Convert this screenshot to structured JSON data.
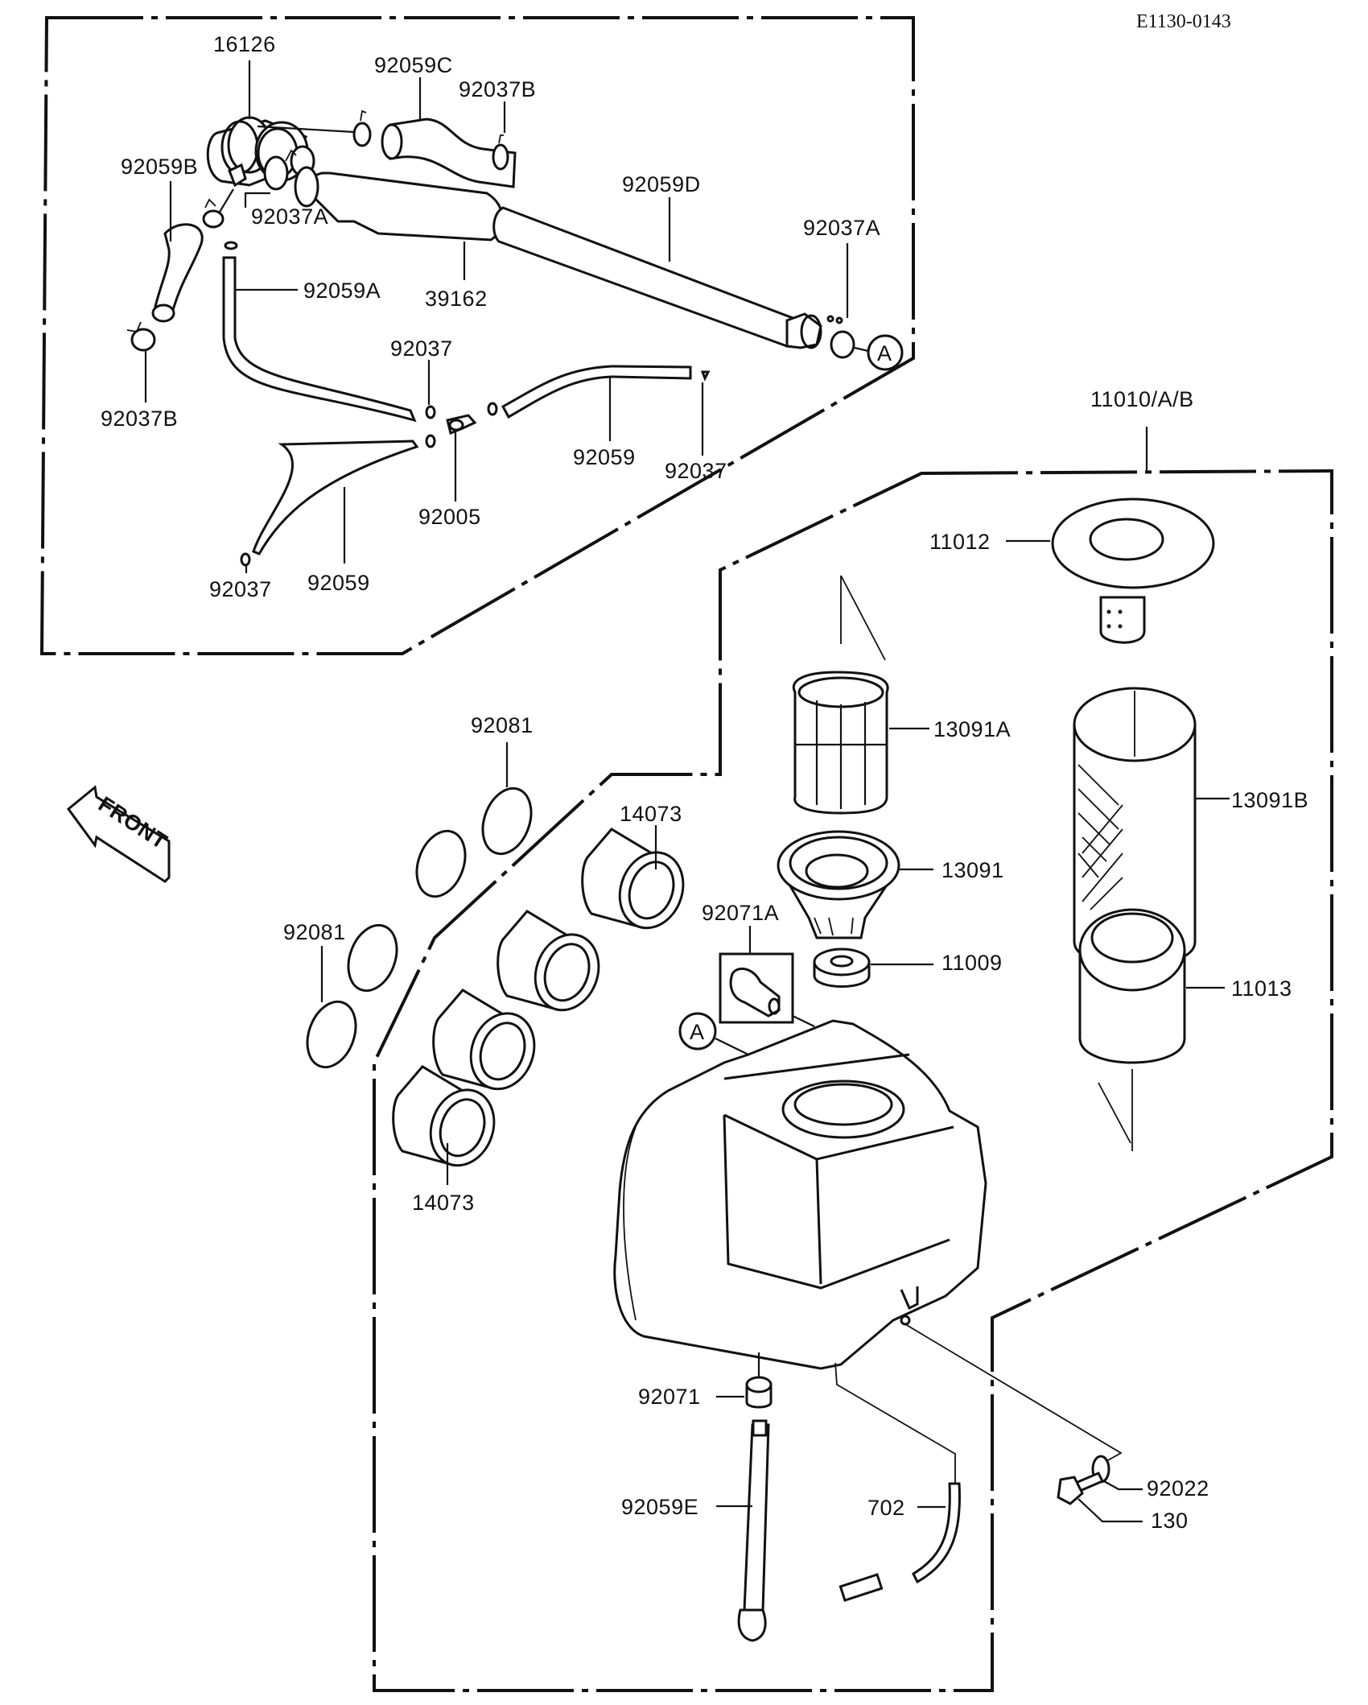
{
  "diagram": {
    "code": "E1130-0143",
    "front_arrow_label": "FRONT",
    "reference_marker": "A",
    "upper_group": {
      "labels": {
        "p16126": "16126",
        "p92059C": "92059C",
        "p92037B_top": "92037B",
        "p92059B": "92059B",
        "p92037A_left": "92037A",
        "p92059D": "92059D",
        "p92037A_right": "92037A",
        "p92059A": "92059A",
        "p39162": "39162",
        "p92037B_left": "92037B",
        "p92037_mid": "92037",
        "p92059_right": "92059",
        "p92037_right": "92037",
        "p92005": "92005",
        "p92037_bottom": "92037",
        "p92059_bottom": "92059"
      }
    },
    "lower_group": {
      "labels": {
        "p11010AB": "11010/A/B",
        "p11012": "11012",
        "p13091A": "13091A",
        "p13091B": "13091B",
        "p13091": "13091",
        "p11009": "11009",
        "p11013": "11013",
        "p92071A": "92071A",
        "p92081_top": "92081",
        "p92081_left": "92081",
        "p14073_top": "14073",
        "p14073_bottom": "14073",
        "p92071": "92071",
        "p92059E": "92059E",
        "p702": "702",
        "p92022": "92022",
        "p130": "130"
      }
    }
  }
}
